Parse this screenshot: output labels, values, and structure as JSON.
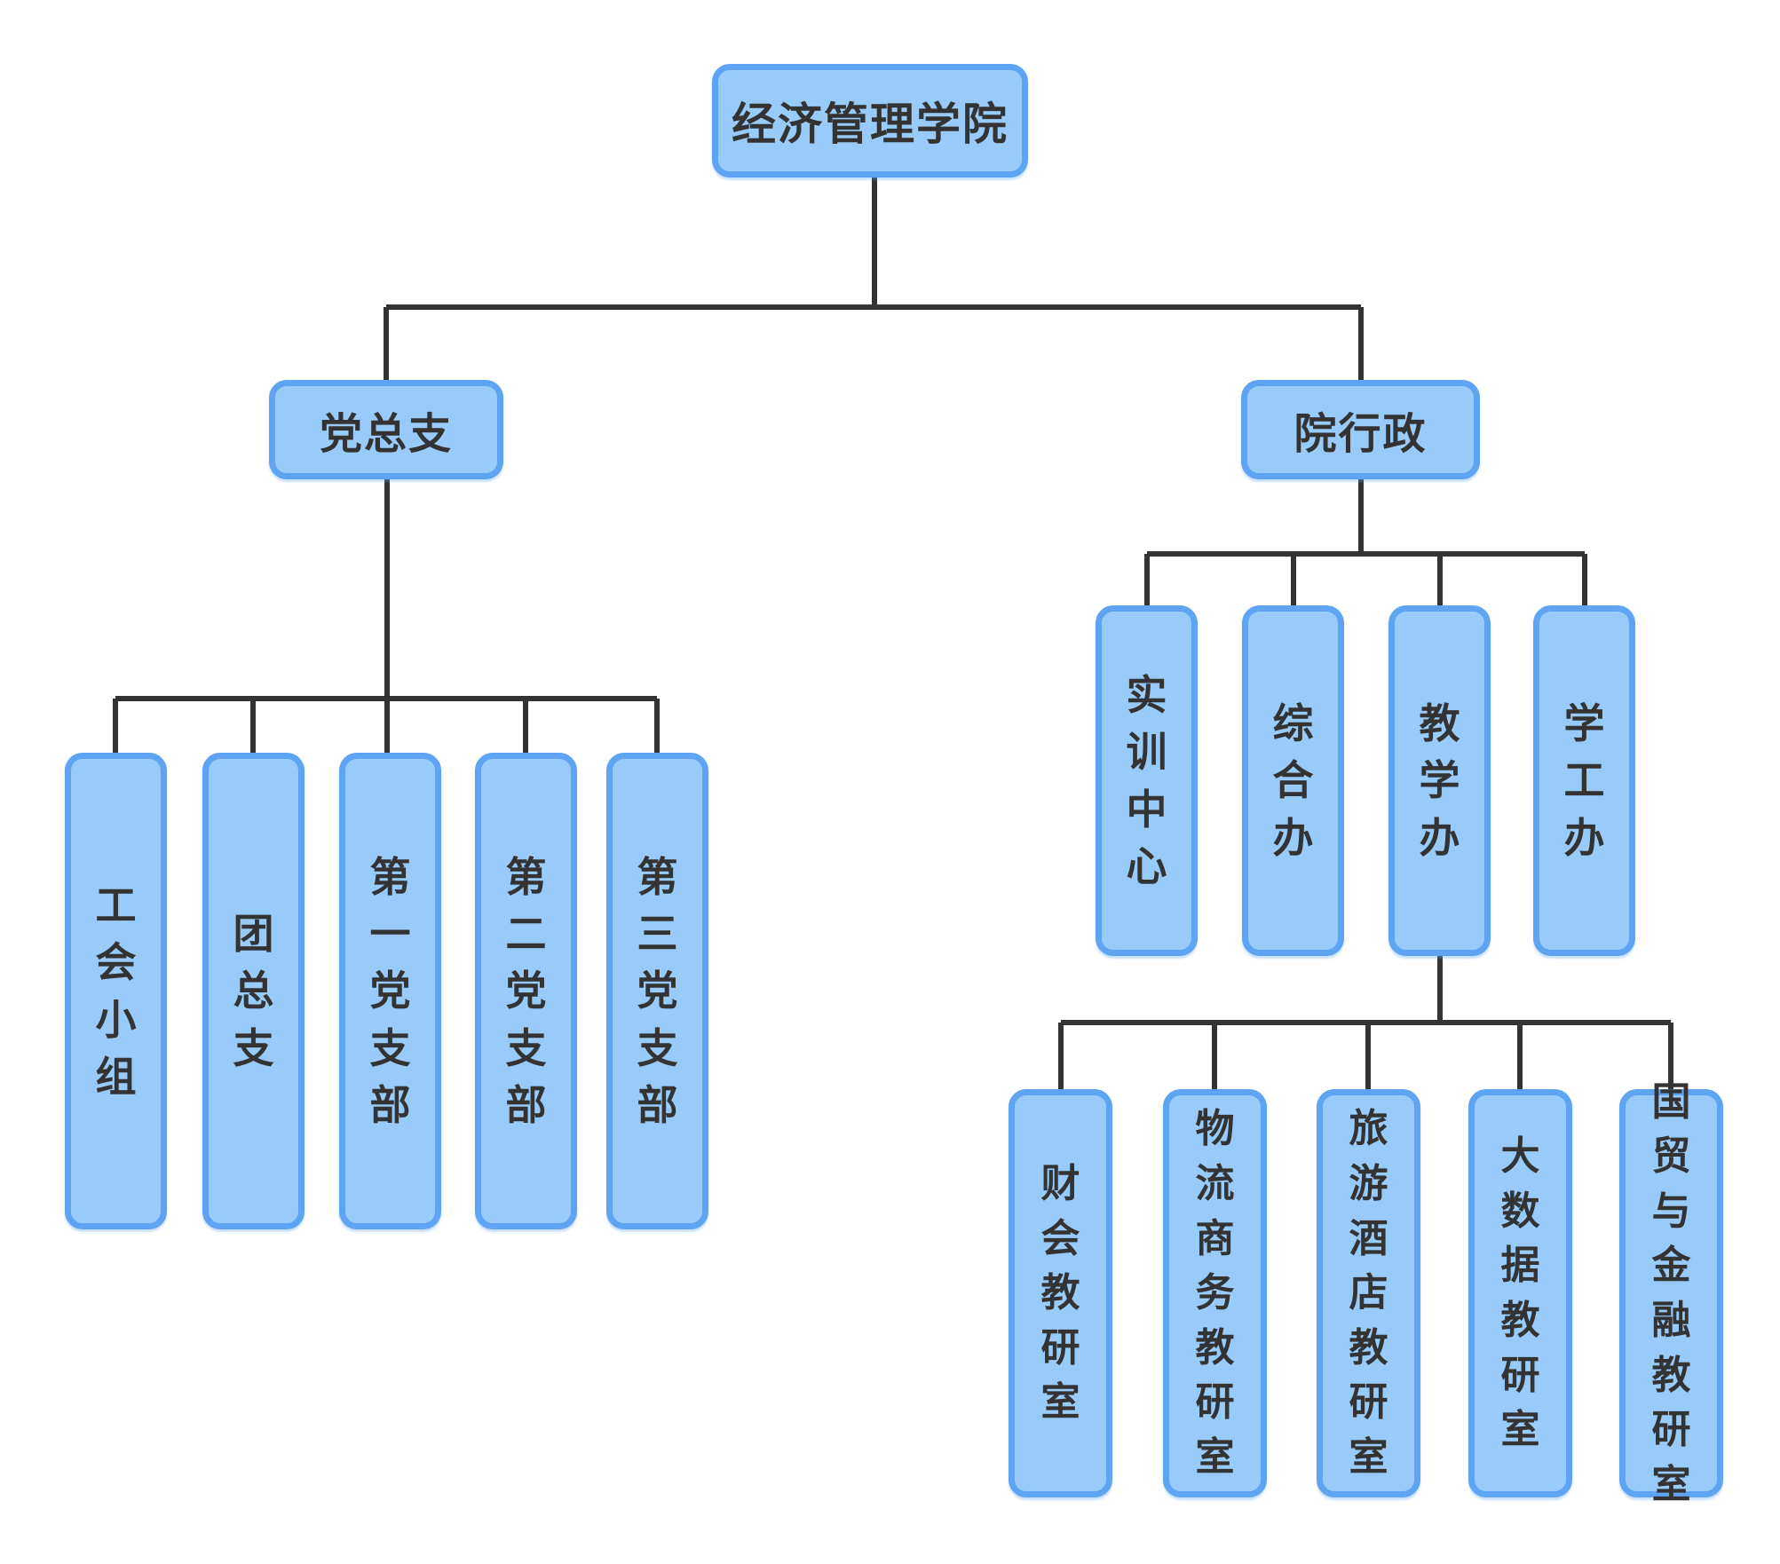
{
  "colors": {
    "background": "#ffffff",
    "box_fill": "#98CBF9",
    "box_border": "#5EA4F2",
    "line_color": "#333333",
    "text_color": "#333333"
  },
  "diagram": {
    "root": {
      "label": "经济管理学院"
    },
    "branches": {
      "party": {
        "label": "党总支",
        "children": [
          {
            "label": "工会小组"
          },
          {
            "label": "团总支"
          },
          {
            "label": "第一党支部"
          },
          {
            "label": "第二党支部"
          },
          {
            "label": "第三党支部"
          }
        ]
      },
      "admin": {
        "label": "院行政",
        "children": [
          {
            "label": "实训中心"
          },
          {
            "label": "综合办"
          },
          {
            "label": "教学办",
            "children": [
              {
                "label": "财会教研室"
              },
              {
                "label": "物流商务教研室"
              },
              {
                "label": "旅游酒店教研室"
              },
              {
                "label": "大数据教研室"
              },
              {
                "label": "国贸与金融教研室"
              }
            ]
          },
          {
            "label": "学工办"
          }
        ]
      }
    }
  }
}
